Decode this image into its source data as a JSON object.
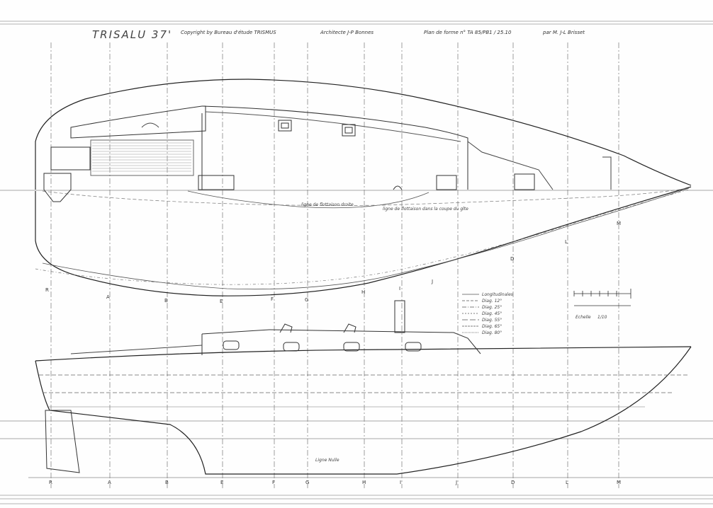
{
  "header": {
    "title": "TRISALU 37'",
    "copyright": "Copyright by Bureau d'étude TRISMUS",
    "architect": "Architecte J-P Bonnes",
    "plan_ref": "Plan de forme n° TA 85/PB1 / 25.10",
    "author": "par M. J-L Brisset"
  },
  "stations_top": [
    "R",
    "A",
    "B",
    "E",
    "F",
    "G",
    "H",
    "I",
    "J",
    "D",
    "L",
    "M"
  ],
  "stations_bottom": [
    "R",
    "A",
    "B",
    "E",
    "F",
    "G",
    "H",
    "I",
    "J",
    "D",
    "L",
    "M"
  ],
  "annotations": {
    "interior_line_1": "ligne de flottaison droite",
    "interior_line_2": "ligne de flottaison dans la coupe du gîte",
    "keel_label": "Ligne Nulle"
  },
  "legend": {
    "items": [
      "Longitudinales",
      "Diag. 12°",
      "Diag. 25°",
      "Diag. 45°",
      "Diag. 55°",
      "Diag. 65°",
      "Diag. 80°"
    ]
  },
  "scale": {
    "label": "Echelle",
    "value": "1/10"
  }
}
